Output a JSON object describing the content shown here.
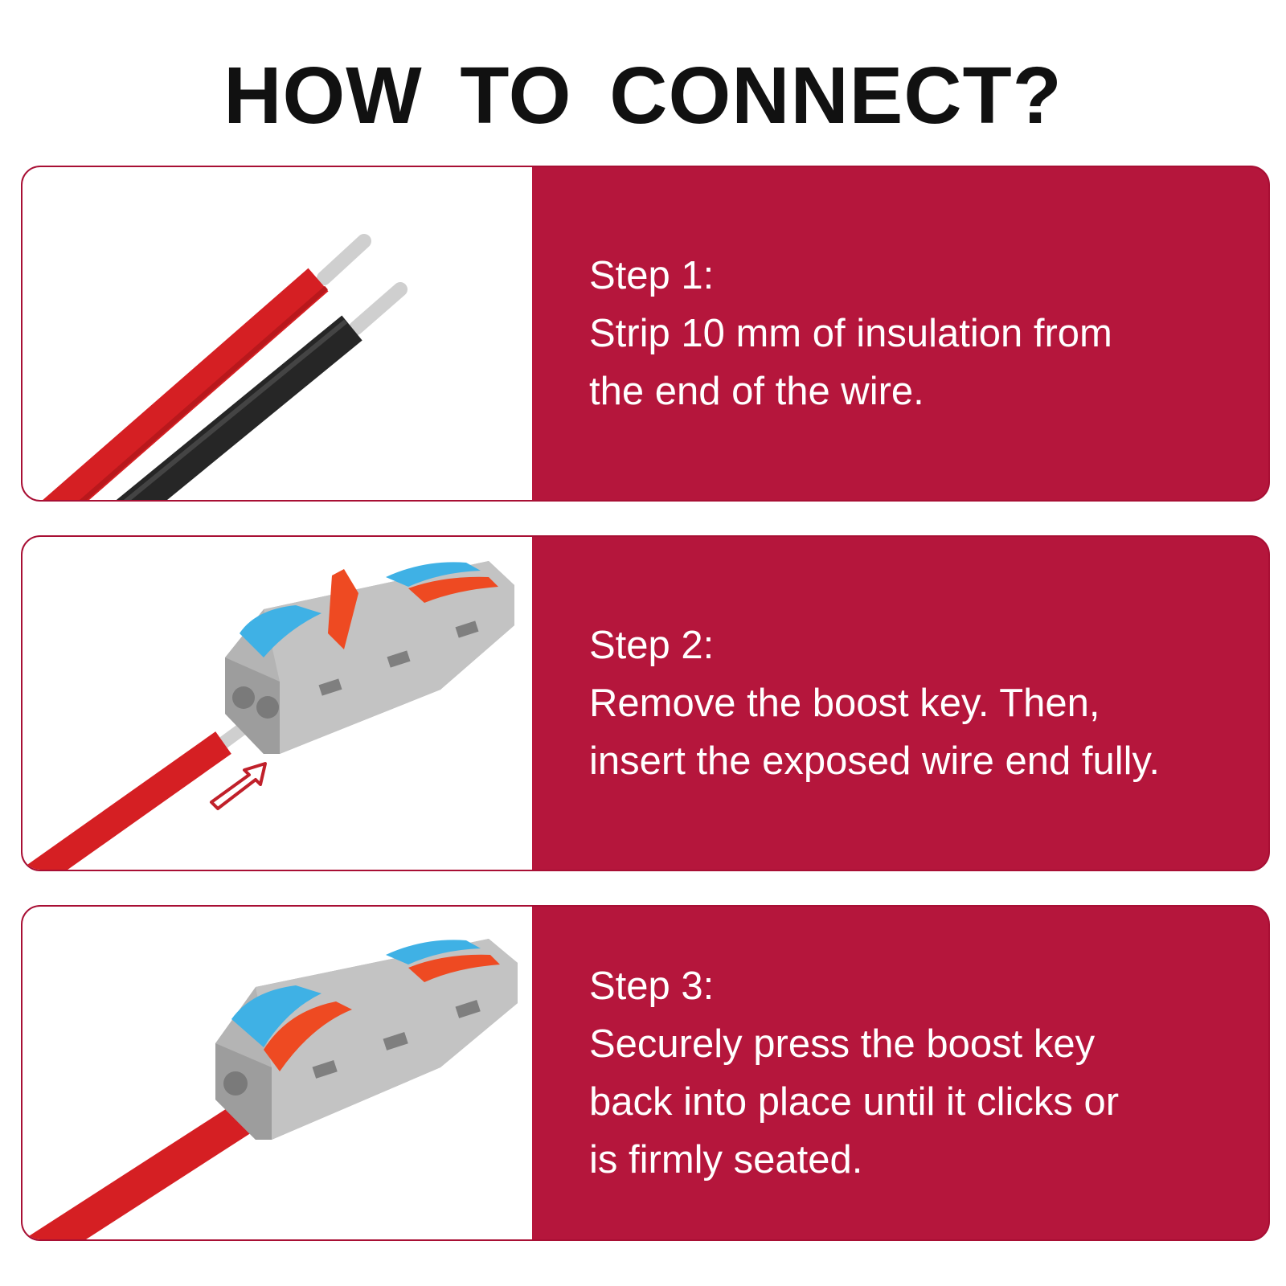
{
  "title": "HOW TO CONNECT?",
  "colors": {
    "panel": "#b5163c",
    "wire_red": "#d51f23",
    "wire_black": "#262626",
    "connector_gray": "#a9a9a9",
    "lever_blue": "#3fb1e5",
    "lever_orange": "#ee4a22"
  },
  "steps": [
    {
      "heading": "Step 1:",
      "lines": [
        "Strip 10 mm of insulation from",
        "the end of the wire."
      ],
      "image": "stripped-wires-illustration"
    },
    {
      "heading": "Step 2:",
      "lines": [
        "Remove the boost key. Then,",
        "insert the exposed wire end fully."
      ],
      "image": "wire-insertion-illustration"
    },
    {
      "heading": "Step 3:",
      "lines": [
        "Securely press the boost key",
        "back into place until it clicks or",
        "is firmly seated."
      ],
      "image": "connected-wire-illustration"
    }
  ]
}
